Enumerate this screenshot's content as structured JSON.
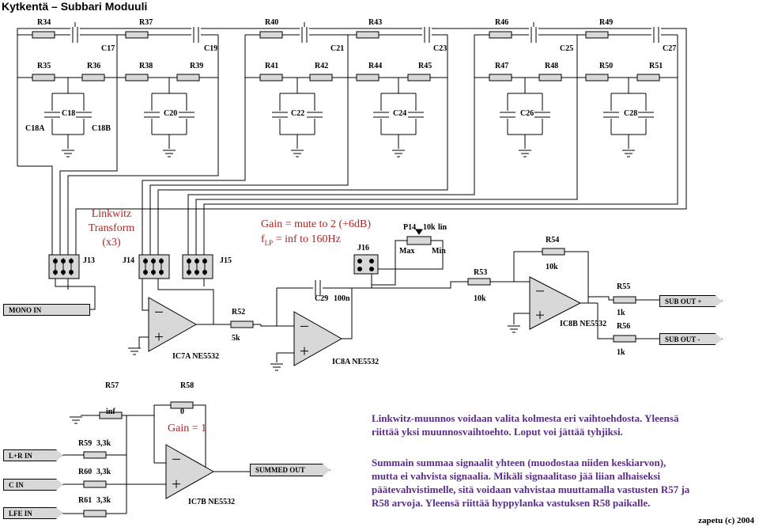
{
  "title": "Kytkentä – Subbari Moduuli",
  "resistors_top": [
    "R34",
    "R37",
    "R40",
    "R43",
    "R46",
    "R49"
  ],
  "caps_top": [
    "C17",
    "C19",
    "C21",
    "C23",
    "C25",
    "C27"
  ],
  "resistors_row2": [
    "R35",
    "R36",
    "R38",
    "R39",
    "R41",
    "R42",
    "R44",
    "R45",
    "R47",
    "R48",
    "R50",
    "R51"
  ],
  "caps_row3": [
    "C18A",
    "C18",
    "C18B",
    "C20",
    "C22",
    "C24",
    "C26",
    "C28"
  ],
  "jumpers": [
    "J13",
    "J14",
    "J15",
    "J16"
  ],
  "linkwitz_text": [
    "Linkwitz",
    "Transform",
    "(x3)"
  ],
  "gain_line1": "Gain = mute to 2  (+6dB)",
  "gain_line2_f": "f",
  "gain_line2_sub": "LP",
  "gain_line2_rest": " = inf to 160Hz",
  "pot": {
    "label": "P14",
    "value": "10k",
    "taper": "lin",
    "max": "Max",
    "min": "Min"
  },
  "r54": {
    "label": "R54",
    "value": "10k"
  },
  "r53": {
    "label": "R53",
    "value": "10k"
  },
  "r52": {
    "label": "R52",
    "value": "5k"
  },
  "c29": {
    "label": "C29",
    "value": "100n"
  },
  "r55": {
    "label": "R55",
    "value": "1k"
  },
  "r56": {
    "label": "R56",
    "value": "1k"
  },
  "ics": [
    "IC7A NE5532",
    "IC8A NE5532",
    "IC8B NE5532",
    "IC7B NE5532"
  ],
  "ports": {
    "mono_in": "MONO IN",
    "sub_out_plus": "SUB OUT +",
    "sub_out_minus": "SUB OUT -",
    "lr_in": "L+R IN",
    "c_in": "C IN",
    "lfe_in": "LFE IN",
    "summed_out": "SUMMED OUT"
  },
  "summer": {
    "r57": "R57",
    "r57_value": "inf",
    "r58": "R58",
    "r58_value": "0",
    "gain": "Gain = 1",
    "r59": "R59",
    "r59_value": "3,3k",
    "r60": "R60",
    "r60_value": "3,3k",
    "r61": "R61",
    "r61_value": "3,3k"
  },
  "notes": {
    "p1_line1": "Linkwitz-muunnos voidaan valita kolmesta eri vaihtoehdosta.  Yleensä",
    "p1_line2": "riittää yksi muunnosvaihtoehto. Loput voi jättää tyhjiksi.",
    "p2_line1": "Summain summaa signaalit yhteen (muodostaa niiden keskiarvon),",
    "p2_line2": "mutta ei vahvista signaalia. Mikäli signaalitaso jää liian alhaiseksi",
    "p2_line3": "päätevahvistimelle, sitä voidaan vahvistaa muuttamalla vastusten R57 ja",
    "p2_line4": "R58 arvoja. Yleensä riittää hyppylanka vastuksen R58 paikalle."
  },
  "credit": "zapetu (c) 2004"
}
